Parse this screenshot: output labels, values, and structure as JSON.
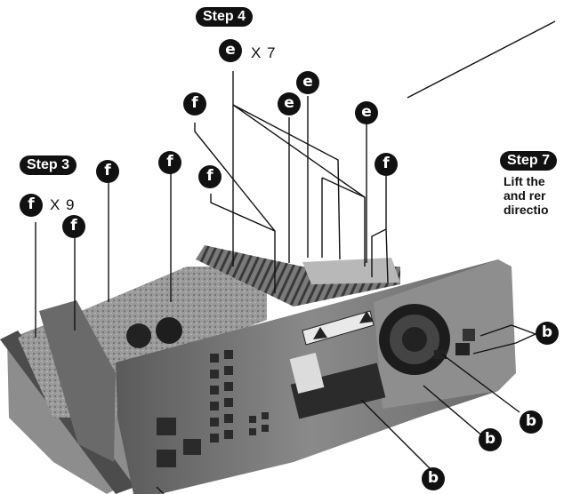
{
  "labels": {
    "step3": "Step 3",
    "step4": "Step 4",
    "step7": "Step 7",
    "f_count": "X 9",
    "e_count": "X 7",
    "step7_lines": [
      "Lift the",
      "and rer",
      "directio"
    ],
    "callout_f": "f",
    "callout_e": "e",
    "callout_b": "b"
  },
  "image": {
    "subject": "receiver-chassis-photo"
  },
  "colors": {
    "ink": "#111111",
    "paper": "#ffffff"
  }
}
